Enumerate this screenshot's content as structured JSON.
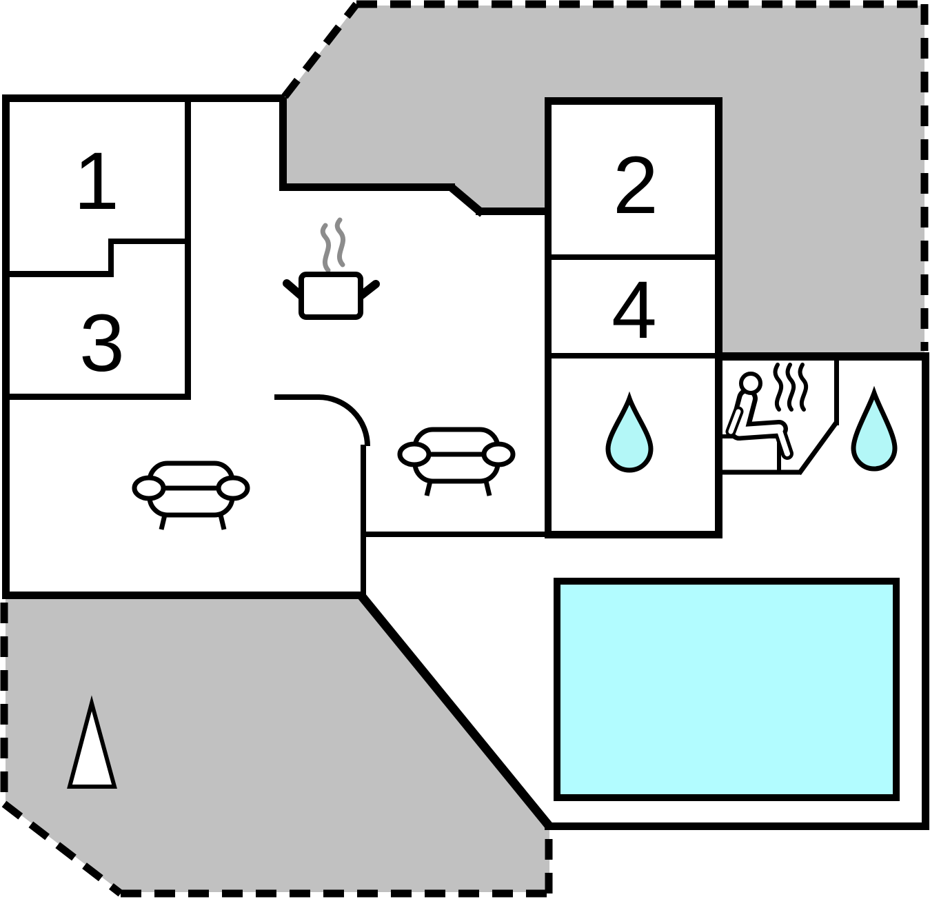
{
  "title": "holiday-home-floor-plan",
  "colors": {
    "background": "#ffffff",
    "wall": "#000000",
    "terrace": "#c1c1c1",
    "pool_water": "#b2fcff",
    "drop_water": "#b3f7f7",
    "kitchen_steam": "#8c8c8c",
    "figure_fill": "#ffffff"
  },
  "rooms": [
    {
      "id": "room-1",
      "label": "1"
    },
    {
      "id": "room-2",
      "label": "2"
    },
    {
      "id": "room-3",
      "label": "3"
    },
    {
      "id": "room-4",
      "label": "4"
    }
  ],
  "features": {
    "areas": [
      "terrace-top",
      "terrace-bottom-left",
      "kitchen",
      "living-room",
      "bathroom",
      "sauna",
      "pool-room"
    ],
    "icons": [
      "cooking-pot-icon",
      "kitchen-steam-icon",
      "sofa-icon",
      "sofa-icon",
      "water-drop-icon",
      "water-drop-icon",
      "sauna-person-icon",
      "sauna-steam-icon",
      "tree-icon",
      "door-swing-arc"
    ]
  }
}
